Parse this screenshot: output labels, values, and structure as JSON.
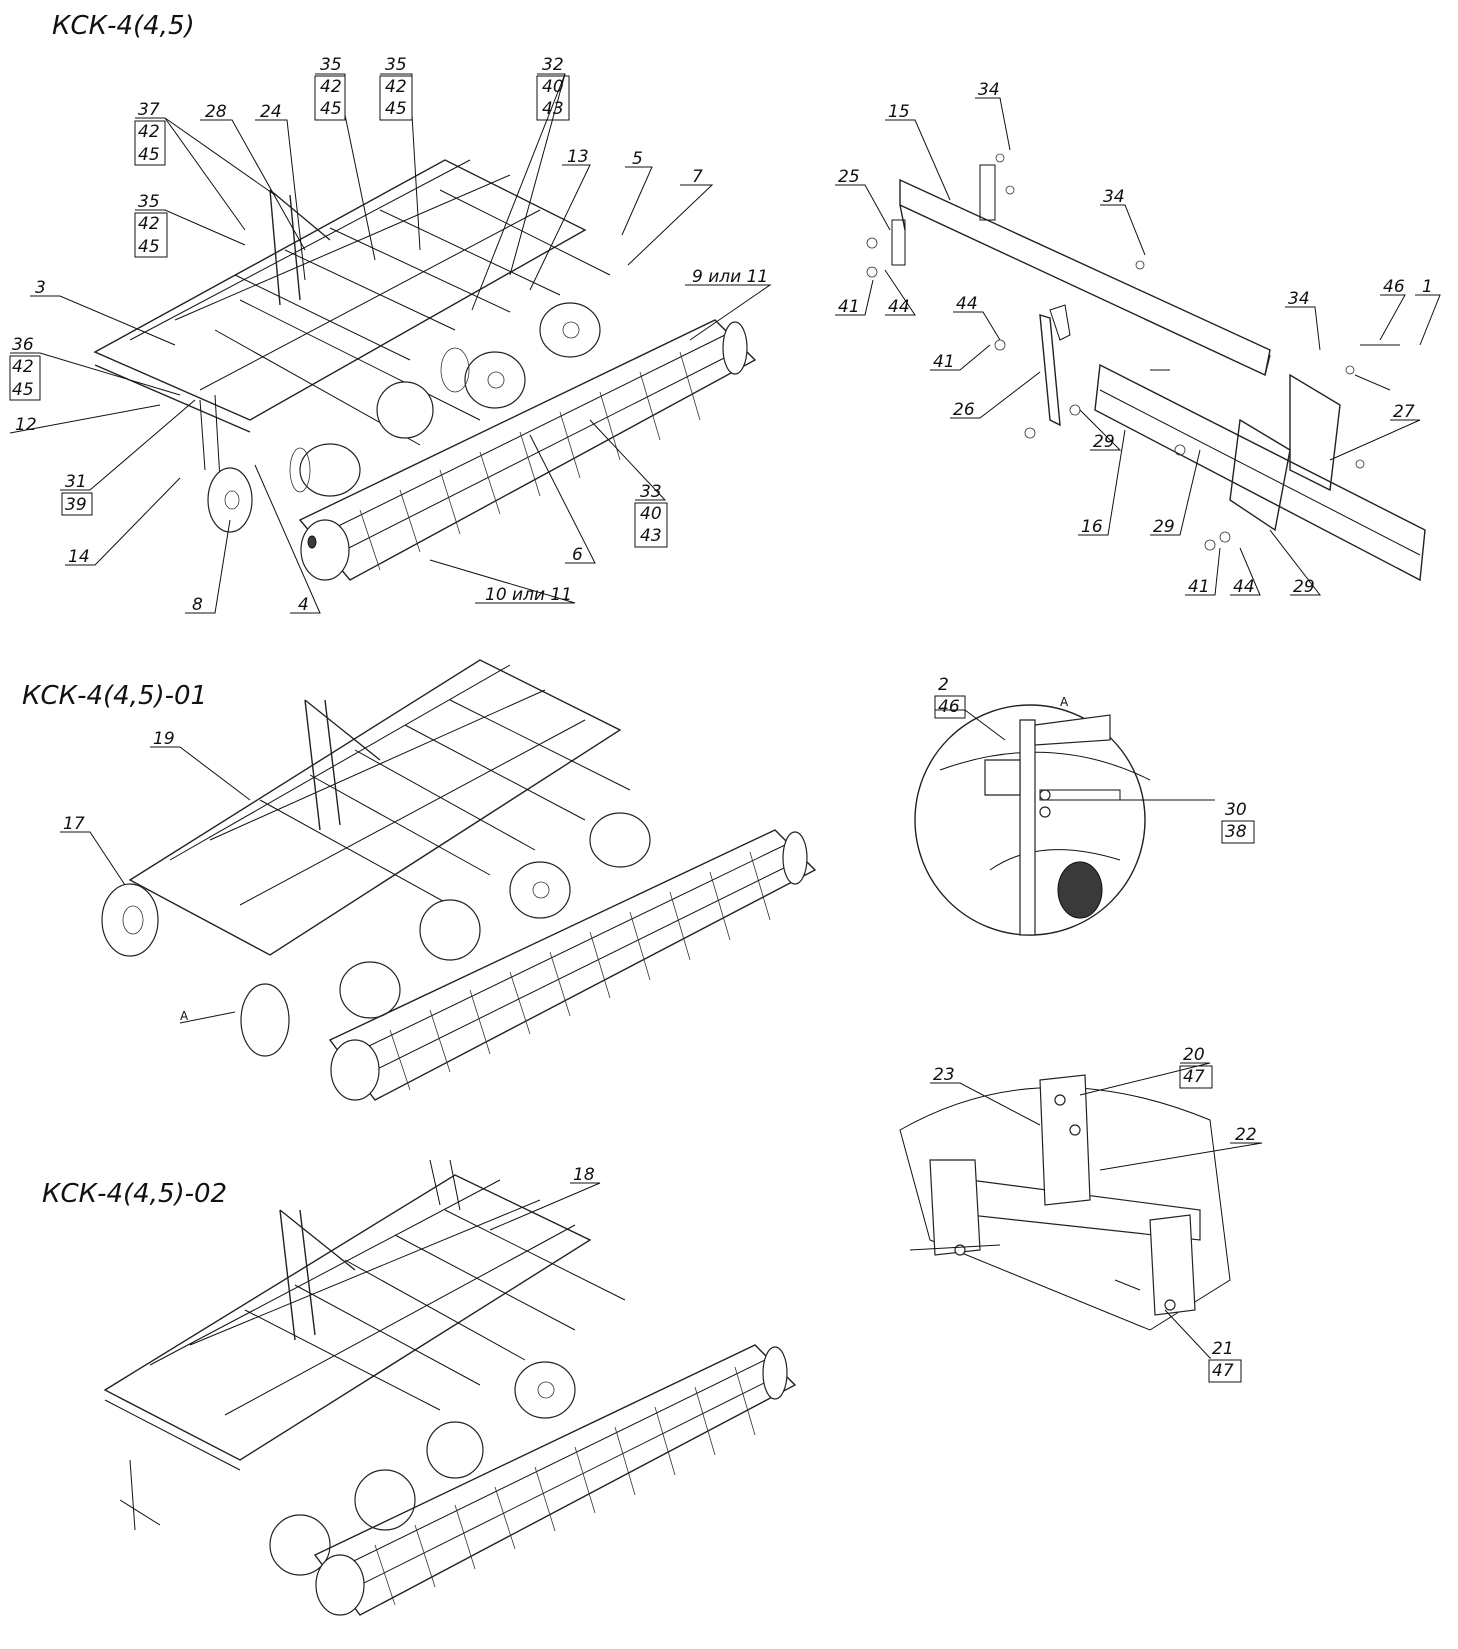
{
  "titles": {
    "main": "КСК-4(4,5)",
    "v01": "КСК-4(4,5)-01",
    "v02": "КСК-4(4,5)-02"
  },
  "view_letter": "А",
  "callouts": {
    "c37": "37",
    "c37b": "42",
    "c37c": "45",
    "c28": "28",
    "c24": "24",
    "c35a": "35",
    "c35ab": "42",
    "c35ac": "45",
    "c35b": "35",
    "c35bb": "42",
    "c35bc": "45",
    "c35c": "35",
    "c35cb": "42",
    "c35cc": "45",
    "c32": "32",
    "c32b": "40",
    "c32c": "43",
    "c13": "13",
    "c5": "5",
    "c7": "7",
    "c9": "9 или 11",
    "c3": "3",
    "c36": "36",
    "c36b": "42",
    "c36c": "45",
    "c12": "12",
    "c31": "31",
    "c31b": "39",
    "c14": "14",
    "c8": "8",
    "c4": "4",
    "c6": "6",
    "c33": "33",
    "c33b": "40",
    "c33c": "43",
    "c10": "10 или 11",
    "c34a": "34",
    "c34b": "34",
    "c34c": "34",
    "c15": "15",
    "c25": "25",
    "c41a": "41",
    "c44a": "44",
    "c44b": "44",
    "c41b": "41",
    "c26": "26",
    "c29a": "29",
    "c16": "16",
    "c29b": "29",
    "c41c": "41",
    "c44c": "44",
    "c29c": "29",
    "c46": "46",
    "c1": "1",
    "c27": "27",
    "c2": "2",
    "c2b": "46",
    "c30": "30",
    "c30b": "38",
    "c19": "19",
    "c17": "17",
    "c18": "18",
    "c23": "23",
    "c20": "20",
    "c20b": "47",
    "c22": "22",
    "c21": "21",
    "c21b": "47"
  }
}
